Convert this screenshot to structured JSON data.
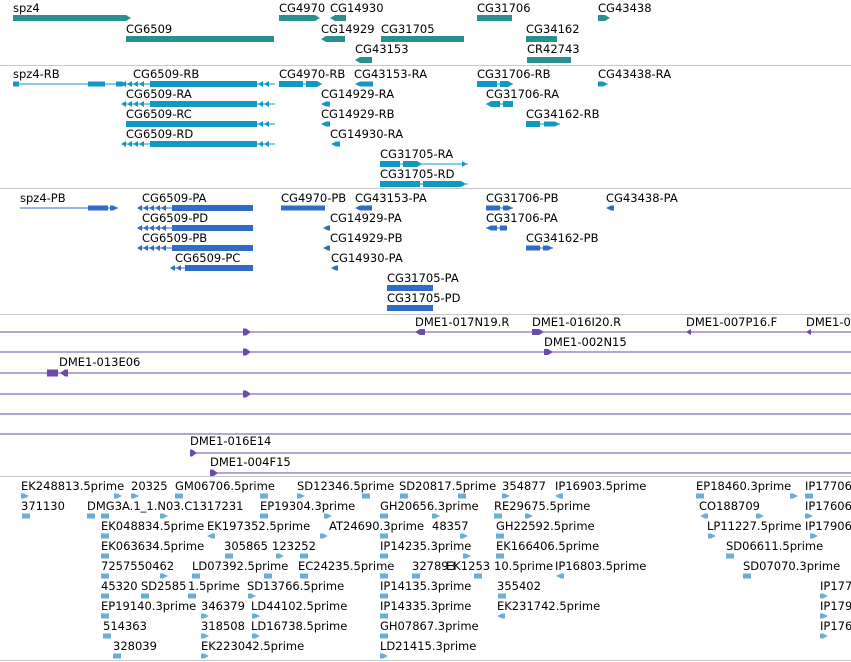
{
  "colors": {
    "gene": "#2b8f8f",
    "transcript_ra": "#1199c2",
    "protein": "#2f6cc8",
    "bac": "#6b4aab",
    "est": "#6aaed6",
    "separator": "#c8c8c8"
  },
  "tracks": {
    "genes": {
      "labels": [
        "spz4",
        "CG6509",
        "CG4970",
        "CG14930",
        "CG14929",
        "CG31705",
        "CG43153",
        "CG31706",
        "CG34162",
        "CR42743",
        "CG43438"
      ]
    },
    "transcripts": {
      "labels": [
        "spz4-RB",
        "CG6509-RB",
        "CG4970-RB",
        "CG43153-RA",
        "CG31706-RB",
        "CG43438-RA",
        "CG6509-RA",
        "CG14929-RA",
        "CG31706-RA",
        "CG6509-RC",
        "CG14929-RB",
        "CG34162-RB",
        "CG6509-RD",
        "CG14930-RA",
        "CG31705-RA",
        "CG31705-RD"
      ]
    },
    "proteins": {
      "labels": [
        "spz4-PB",
        "CG6509-PA",
        "CG4970-PB",
        "CG43153-PA",
        "CG31706-PB",
        "CG43438-PA",
        "CG6509-PD",
        "CG14929-PA",
        "CG31706-PA",
        "CG6509-PB",
        "CG14929-PB",
        "CG34162-PB",
        "CG6509-PC",
        "CG14930-PA",
        "CG31705-PA",
        "CG31705-PD"
      ]
    },
    "bacs": {
      "labels": [
        "DME1-017N19.R",
        "DME1-016I20.R",
        "DME1-007P16.F",
        "DME1-0",
        "DME1-002N15",
        "DME1-013E06",
        "DME1-016E14",
        "DME1-004F15"
      ]
    },
    "ests": {
      "labels": [
        "EK248813.5prime",
        "20325",
        "GM06706.5prime",
        "SD12346.5prime",
        "SD20817.5prime",
        "354877",
        "IP16903.5prime",
        "EP18460.3prime",
        "IP17706",
        "371130",
        "DMG3A.1_1.N03.C1317231",
        "EP19304.3prime",
        "GH20656.3prime",
        "RE29675.5prime",
        "CO188709",
        "IP17606",
        "EK048834.5prime",
        "EK197352.5prime",
        "AT24690.3prime",
        "48357",
        "GH22592.5prime",
        "LP11227.5prime",
        "IP17906",
        "EK063634.5prime",
        "305865",
        "123252",
        "IP14235.3prime",
        "EK166406.5prime",
        "SD06611.5prime",
        "7257550462",
        "LD07392.5prime",
        "EC24235.5prime",
        "327893",
        "EK1253",
        "IP16803.5prime",
        "SD07070.3prime",
        "45320",
        "SD2585",
        "1.5prime",
        "SD13766.5prime",
        "IP14135.3prime",
        "10.5prime",
        "IP177",
        "EP19140.3prime",
        "346379",
        "LD44102.5prime",
        "355402",
        "IP14335.3prime",
        "EK231742.5prime",
        "IP179",
        "514363",
        "318508",
        "LD16738.5prime",
        "GH07867.3prime",
        "IP176",
        "328039",
        "EK223042.5prime",
        "LD21415.3prime"
      ]
    }
  }
}
